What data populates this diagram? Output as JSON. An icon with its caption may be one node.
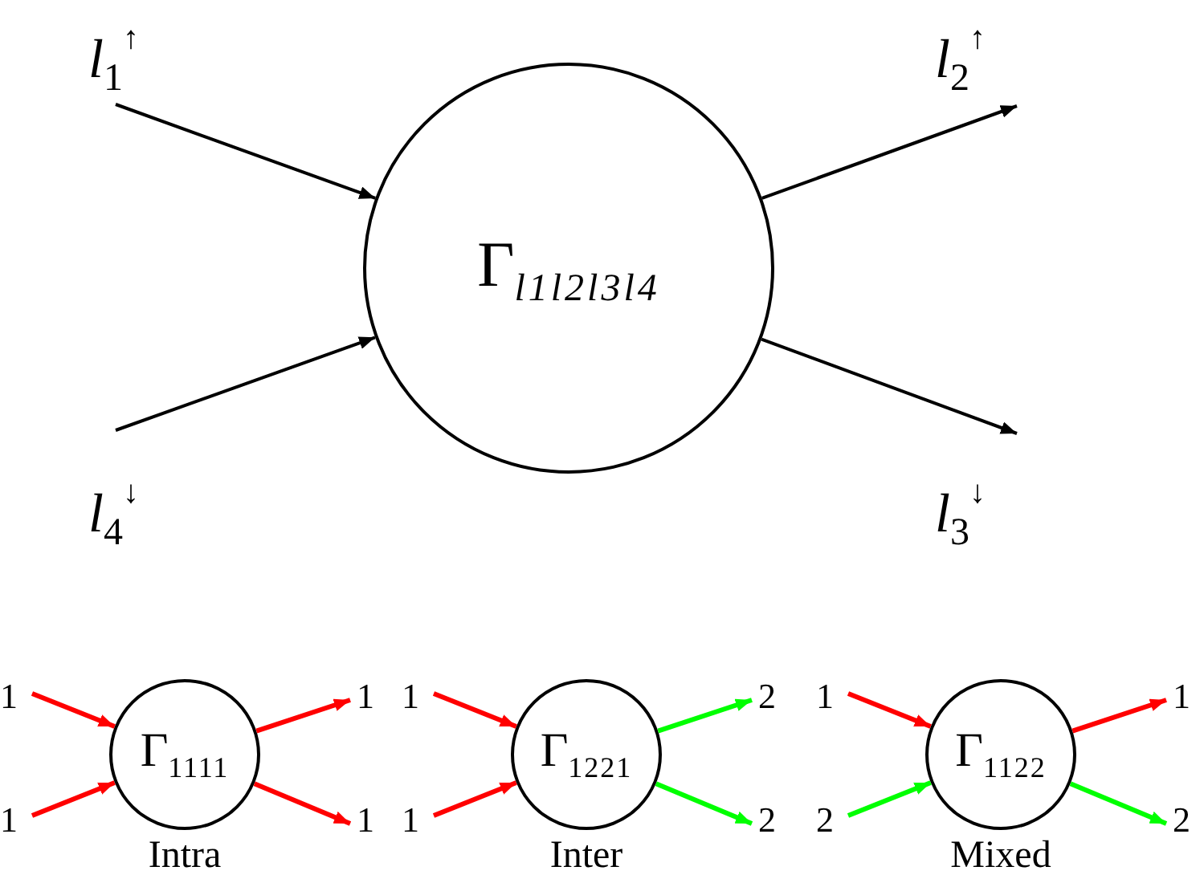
{
  "diagram": {
    "nodes": [
      {
        "text": [
          "Γ$_{l1l2l3l4}$"
        ]
      },
      {
        "text": [
          "*l*$_{1}$$^{↑}$"
        ]
      },
      {
        "text": [
          "*l*$_{2}$$^{↑}$"
        ]
      },
      {
        "text": [
          "*l*$_{3}$$^{↓}$"
        ]
      },
      {
        "text": [
          "*l*$_{4}$$^{↓}$"
        ]
      },
      {
        "text": [
          "Γ$_{1111}$"
        ],
        "beside": [
          "Intra"
        ]
      },
      {
        "text": [
          "1"
        ]
      },
      {
        "text": [
          "1"
        ]
      },
      {
        "text": [
          "1"
        ]
      },
      {
        "text": [
          "1"
        ]
      },
      {
        "text": [
          "Γ$_{1221}$"
        ],
        "beside": [
          "Inter"
        ]
      },
      {
        "text": [
          "1"
        ]
      },
      {
        "text": [
          "2"
        ]
      },
      {
        "text": [
          "1"
        ]
      },
      {
        "text": [
          "2"
        ]
      },
      {
        "text": [
          "Γ$_{1122}$"
        ],
        "beside": [
          "Mixed"
        ]
      },
      {
        "text": [
          "1"
        ]
      },
      {
        "text": [
          "1"
        ]
      },
      {
        "text": [
          "2"
        ]
      },
      {
        "text": [
          "2"
        ]
      }
    ],
    "edges": [
      {
        "from": 1,
        "to": 0,
        "arrow": "to",
        "color": "#000000"
      },
      {
        "from": 0,
        "to": 2,
        "arrow": "to",
        "color": "#000000"
      },
      {
        "from": 0,
        "to": 3,
        "arrow": "to",
        "color": "#000000"
      },
      {
        "from": 4,
        "to": 0,
        "arrow": "to",
        "color": "#000000"
      },
      {
        "from": 6,
        "to": 5,
        "arrow": "to",
        "color": "#ff0000"
      },
      {
        "from": 5,
        "to": 7,
        "arrow": "to",
        "color": "#ff0000"
      },
      {
        "from": 8,
        "to": 5,
        "arrow": "to",
        "color": "#ff0000"
      },
      {
        "from": 5,
        "to": 9,
        "arrow": "to",
        "color": "#ff0000"
      },
      {
        "from": 11,
        "to": 10,
        "arrow": "to",
        "color": "#ff0000"
      },
      {
        "from": 10,
        "to": 12,
        "arrow": "to",
        "color": "#00ff00"
      },
      {
        "from": 13,
        "to": 10,
        "arrow": "to",
        "color": "#ff0000"
      },
      {
        "from": 10,
        "to": 14,
        "arrow": "to",
        "color": "#00ff00"
      },
      {
        "from": 16,
        "to": 15,
        "arrow": "to",
        "color": "#ff0000"
      },
      {
        "from": 15,
        "to": 17,
        "arrow": "to",
        "color": "#ff0000"
      },
      {
        "from": 18,
        "to": 15,
        "arrow": "to",
        "color": "#00ff00"
      },
      {
        "from": 15,
        "to": 19,
        "arrow": "to",
        "color": "#00ff00"
      }
    ]
  }
}
